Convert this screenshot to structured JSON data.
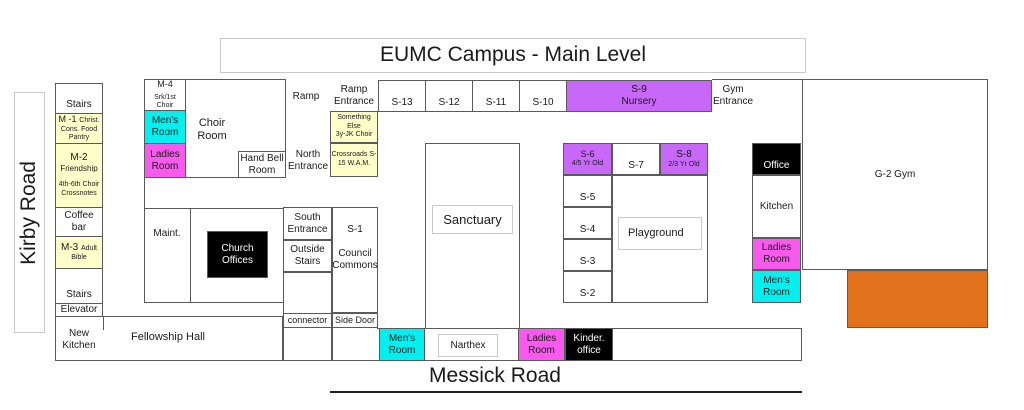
{
  "title": "EUMC Campus - Main Level",
  "roads": {
    "left": "Kirby Road",
    "bottom": "Messick Road"
  },
  "left_column": {
    "stairs_top": "Stairs",
    "m1": {
      "code": "M -1",
      "rest": "Christ.",
      "lines": [
        "Cons. Food",
        "Pantry"
      ]
    },
    "m2": {
      "code": "M-2",
      "name": "Friendship",
      "extra": [
        "4th-6th Choir",
        "Crossnotes"
      ]
    },
    "coffee_bar": "Coffee bar",
    "m3": {
      "code": "M-3",
      "rest": "Adult",
      "lines": [
        "Bible"
      ]
    },
    "stairs_bottom": "Stairs",
    "elevator": "Elevator",
    "new_kitchen": [
      "New",
      "Kitchen"
    ]
  },
  "choir_block": {
    "m4": {
      "code": "M-4",
      "rest": "Srk/1st",
      "line2": "Choir"
    },
    "mens_room": [
      "Men's",
      "Room"
    ],
    "ladies_room": [
      "Ladies",
      "Room"
    ],
    "choir_room": [
      "Choir",
      "Room"
    ],
    "hand_bell_room": [
      "Hand Bell",
      "Room"
    ]
  },
  "entrances": {
    "ramp": "Ramp",
    "ramp_entrance": [
      "Ramp",
      "Entrance"
    ],
    "north_entrance": [
      "North",
      "Entrance"
    ],
    "gym_entrance": [
      "Gym",
      "Entrance"
    ]
  },
  "yellow_notes": {
    "something_else": [
      "Something",
      "Else",
      "3y-JK Choir"
    ],
    "crossroads": [
      "Crossroads S-",
      "15 W.A.M."
    ]
  },
  "top_row": [
    "S-13",
    "S-12",
    "S-11",
    "S-10"
  ],
  "s9": [
    "S-9",
    "Nursery"
  ],
  "sanctuary": "Sanctuary",
  "sunday_school": {
    "s6": {
      "code": "S-6",
      "sub": "4/5 Yr Old"
    },
    "s7": "S-7",
    "s8": {
      "code": "S-8",
      "sub": "2/3 Yr Old"
    },
    "s5": "S-5",
    "s4": "S-4",
    "s3": "S-3",
    "s2": "S-2",
    "playground": "Playground"
  },
  "gym_block": {
    "label": "G-2 Gym",
    "office": "Office",
    "kitchen": "Kitchen",
    "ladies_room": [
      "Ladies",
      "Room"
    ],
    "mens_room": [
      "Men's",
      "Room"
    ]
  },
  "south_block": {
    "maint": "Maint.",
    "church_offices": [
      "Church",
      "Offices"
    ],
    "fellowship_hall": "Fellowship Hall",
    "south_entrance": [
      "South",
      "Entrance"
    ],
    "outside_stairs": [
      "Outside",
      "Stairs"
    ],
    "connector": "connector",
    "s1": {
      "code": "S-1",
      "lines": [
        "Council",
        "Commons"
      ]
    },
    "side_door": "Side Door"
  },
  "narthex_strip": {
    "mens_room": [
      "Men's",
      "Room"
    ],
    "narthex": "Narthex",
    "ladies_room": [
      "Ladies",
      "Room"
    ],
    "kinder_office": [
      "Kinder.",
      "office"
    ]
  },
  "colors": {
    "purple": "#C768F8",
    "cyan": "#00EFEF",
    "magenta": "#F75AEC",
    "yellow": "#FFFFC9",
    "orange": "#E2711B",
    "black": "#000000",
    "wall_gray": "#595a5c"
  }
}
